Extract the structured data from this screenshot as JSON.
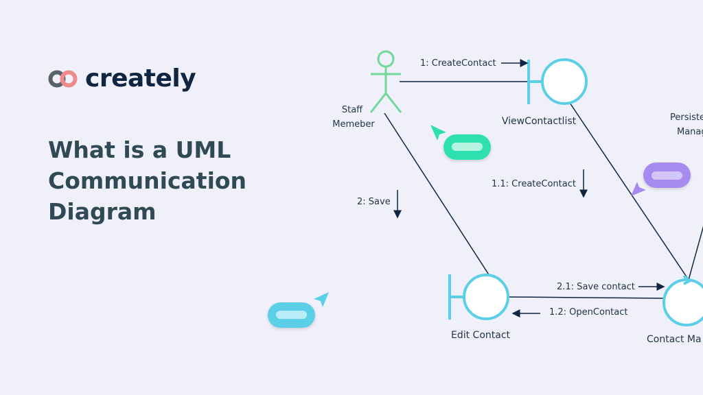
{
  "brand": {
    "name": "creately",
    "colors": {
      "left_ring": "#56636f",
      "right_ring": "#f08a8a",
      "text": "#0f2540"
    }
  },
  "headline": {
    "line1": "What is a UML",
    "line2": "Communication",
    "line3": "Diagram"
  },
  "diagram": {
    "actor": {
      "label_line1": "Staff",
      "label_line2": "Memeber",
      "color": "#6fd89a"
    },
    "objects": {
      "view": "ViewContactlist",
      "edit": "Edit Contact",
      "contact_manager": "Contact Ma",
      "persistence_line1": "Persiste",
      "persistence_line2": "Manag"
    },
    "messages": {
      "m1": "1: CreateContact",
      "m11": "1.1: CreateContact",
      "m2": "2: Save",
      "m21": "2.1: Save contact",
      "m12": "1.2: OpenContact"
    },
    "colors": {
      "boundary": "#5bcfe8",
      "line": "#0f2540",
      "cursor_green": "#2ee0b0",
      "cursor_purple": "#a68af0",
      "cursor_blue": "#5bcfe8"
    }
  }
}
